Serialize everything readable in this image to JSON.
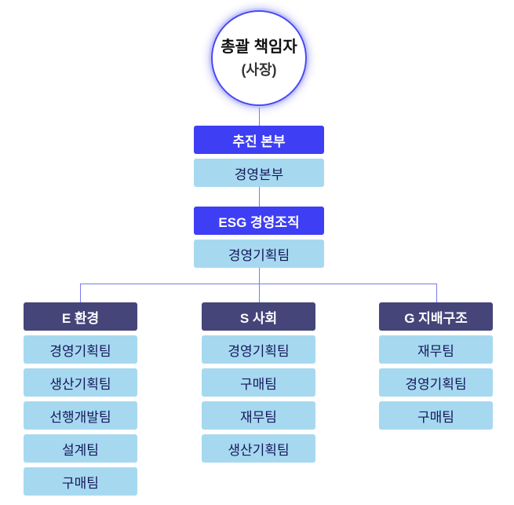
{
  "root": {
    "title": "총괄 책임자",
    "subtitle": "(사장)"
  },
  "chain": [
    {
      "header": "추진 본부",
      "sub": "경영본부"
    },
    {
      "header": "ESG 경영조직",
      "sub": "경영기획팀"
    }
  ],
  "columns": [
    {
      "header": "E 환경",
      "items": [
        "경영기획팀",
        "생산기획팀",
        "선행개발팀",
        "설계팀",
        "구매팀"
      ]
    },
    {
      "header": "S 사회",
      "items": [
        "경영기획팀",
        "구매팀",
        "재무팀",
        "생산기획팀"
      ]
    },
    {
      "header": "G 지배구조",
      "items": [
        "재무팀",
        "경영기획팀",
        "구매팀"
      ]
    }
  ],
  "colors": {
    "primary_blue": "#3e3ef4",
    "light_blue": "#a6d9f0",
    "header_navy": "#45457a",
    "line": "#7a7aee",
    "circle_border": "#4a4af2",
    "dark_text": "#17175a"
  }
}
